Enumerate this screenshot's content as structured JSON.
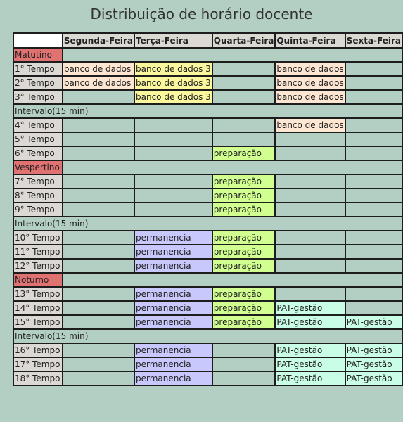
{
  "title": "Distribuição de horário docente",
  "days": [
    "Segunda-Feira",
    "Terça-Feira",
    "Quarta-Feira",
    "Quinta-Feira",
    "Sexta-Feira"
  ],
  "rows": [
    {
      "type": "period",
      "label": "Matutino"
    },
    {
      "type": "slot",
      "label": "1° Tempo",
      "cells": [
        {
          "text": "banco de dados",
          "cls": "bd"
        },
        {
          "text": "banco de dados 3",
          "cls": "bd3"
        },
        {
          "text": "",
          "cls": ""
        },
        {
          "text": "banco de dados",
          "cls": "bd"
        },
        {
          "text": "",
          "cls": ""
        }
      ]
    },
    {
      "type": "slot",
      "label": "2° Tempo",
      "cells": [
        {
          "text": "banco de dados",
          "cls": "bd"
        },
        {
          "text": "banco de dados 3",
          "cls": "bd3"
        },
        {
          "text": "",
          "cls": ""
        },
        {
          "text": "banco de dados",
          "cls": "bd"
        },
        {
          "text": "",
          "cls": ""
        }
      ]
    },
    {
      "type": "slot",
      "label": "3° Tempo",
      "cells": [
        {
          "text": "",
          "cls": ""
        },
        {
          "text": "banco de dados 3",
          "cls": "bd3"
        },
        {
          "text": "",
          "cls": ""
        },
        {
          "text": "banco de dados",
          "cls": "bd"
        },
        {
          "text": "",
          "cls": ""
        }
      ]
    },
    {
      "type": "interval",
      "label": "Intervalo(15 min)"
    },
    {
      "type": "slot",
      "label": "4° Tempo",
      "cells": [
        {
          "text": "",
          "cls": ""
        },
        {
          "text": "",
          "cls": ""
        },
        {
          "text": "",
          "cls": ""
        },
        {
          "text": "banco de dados",
          "cls": "bd"
        },
        {
          "text": "",
          "cls": ""
        }
      ]
    },
    {
      "type": "slot",
      "label": "5° Tempo",
      "cells": [
        {
          "text": "",
          "cls": ""
        },
        {
          "text": "",
          "cls": ""
        },
        {
          "text": "",
          "cls": ""
        },
        {
          "text": "",
          "cls": ""
        },
        {
          "text": "",
          "cls": ""
        }
      ]
    },
    {
      "type": "slot",
      "label": "6° Tempo",
      "cells": [
        {
          "text": "",
          "cls": ""
        },
        {
          "text": "",
          "cls": ""
        },
        {
          "text": "preparação",
          "cls": "prep"
        },
        {
          "text": "",
          "cls": ""
        },
        {
          "text": "",
          "cls": ""
        }
      ]
    },
    {
      "type": "period",
      "label": "Vespertino"
    },
    {
      "type": "slot",
      "label": "7° Tempo",
      "cells": [
        {
          "text": "",
          "cls": ""
        },
        {
          "text": "",
          "cls": ""
        },
        {
          "text": "preparação",
          "cls": "prep"
        },
        {
          "text": "",
          "cls": ""
        },
        {
          "text": "",
          "cls": ""
        }
      ]
    },
    {
      "type": "slot",
      "label": "8° Tempo",
      "cells": [
        {
          "text": "",
          "cls": ""
        },
        {
          "text": "",
          "cls": ""
        },
        {
          "text": "preparação",
          "cls": "prep"
        },
        {
          "text": "",
          "cls": ""
        },
        {
          "text": "",
          "cls": ""
        }
      ]
    },
    {
      "type": "slot",
      "label": "9° Tempo",
      "cells": [
        {
          "text": "",
          "cls": ""
        },
        {
          "text": "",
          "cls": ""
        },
        {
          "text": "preparação",
          "cls": "prep"
        },
        {
          "text": "",
          "cls": ""
        },
        {
          "text": "",
          "cls": ""
        }
      ]
    },
    {
      "type": "interval",
      "label": "Intervalo(15 min)"
    },
    {
      "type": "slot",
      "label": "10° Tempo",
      "cells": [
        {
          "text": "",
          "cls": ""
        },
        {
          "text": "permanencia",
          "cls": "perm"
        },
        {
          "text": "preparação",
          "cls": "prep"
        },
        {
          "text": "",
          "cls": ""
        },
        {
          "text": "",
          "cls": ""
        }
      ]
    },
    {
      "type": "slot",
      "label": "11° Tempo",
      "cells": [
        {
          "text": "",
          "cls": ""
        },
        {
          "text": "permanencia",
          "cls": "perm"
        },
        {
          "text": "preparação",
          "cls": "prep"
        },
        {
          "text": "",
          "cls": ""
        },
        {
          "text": "",
          "cls": ""
        }
      ]
    },
    {
      "type": "slot",
      "label": "12° Tempo",
      "cells": [
        {
          "text": "",
          "cls": ""
        },
        {
          "text": "permanencia",
          "cls": "perm"
        },
        {
          "text": "preparação",
          "cls": "prep"
        },
        {
          "text": "",
          "cls": ""
        },
        {
          "text": "",
          "cls": ""
        }
      ]
    },
    {
      "type": "period",
      "label": "Noturno"
    },
    {
      "type": "slot",
      "label": "13° Tempo",
      "cells": [
        {
          "text": "",
          "cls": ""
        },
        {
          "text": "permanencia",
          "cls": "perm"
        },
        {
          "text": "preparação",
          "cls": "prep"
        },
        {
          "text": "",
          "cls": ""
        },
        {
          "text": "",
          "cls": ""
        }
      ]
    },
    {
      "type": "slot",
      "label": "14° Tempo",
      "cells": [
        {
          "text": "",
          "cls": ""
        },
        {
          "text": "permanencia",
          "cls": "perm"
        },
        {
          "text": "preparação",
          "cls": "prep"
        },
        {
          "text": "PAT-gestão",
          "cls": "pat"
        },
        {
          "text": "",
          "cls": ""
        }
      ]
    },
    {
      "type": "slot",
      "label": "15° Tempo",
      "cells": [
        {
          "text": "",
          "cls": ""
        },
        {
          "text": "permanencia",
          "cls": "perm"
        },
        {
          "text": "preparação",
          "cls": "prep"
        },
        {
          "text": "PAT-gestão",
          "cls": "pat"
        },
        {
          "text": "PAT-gestão",
          "cls": "pat"
        }
      ]
    },
    {
      "type": "interval",
      "label": "Intervalo(15 min)"
    },
    {
      "type": "slot",
      "label": "16° Tempo",
      "cells": [
        {
          "text": "",
          "cls": ""
        },
        {
          "text": "permanencia",
          "cls": "perm"
        },
        {
          "text": "",
          "cls": ""
        },
        {
          "text": "PAT-gestão",
          "cls": "pat"
        },
        {
          "text": "PAT-gestão",
          "cls": "pat"
        }
      ]
    },
    {
      "type": "slot",
      "label": "17° Tempo",
      "cells": [
        {
          "text": "",
          "cls": ""
        },
        {
          "text": "permanencia",
          "cls": "perm"
        },
        {
          "text": "",
          "cls": ""
        },
        {
          "text": "PAT-gestão",
          "cls": "pat"
        },
        {
          "text": "PAT-gestão",
          "cls": "pat"
        }
      ]
    },
    {
      "type": "slot",
      "label": "18° Tempo",
      "cells": [
        {
          "text": "",
          "cls": ""
        },
        {
          "text": "permanencia",
          "cls": "perm"
        },
        {
          "text": "",
          "cls": ""
        },
        {
          "text": "PAT-gestão",
          "cls": "pat"
        },
        {
          "text": "PAT-gestão",
          "cls": "pat"
        }
      ]
    }
  ],
  "colors": {
    "background": "#b3cfc3",
    "period_header": "#e07272",
    "banco_de_dados": "#fde7d2",
    "banco_de_dados_3": "#fbf79d",
    "preparacao": "#d1ff90",
    "permanencia": "#c9c8fd",
    "pat_gestao": "#c9fde6",
    "label_cell": "#dcd8d3"
  }
}
